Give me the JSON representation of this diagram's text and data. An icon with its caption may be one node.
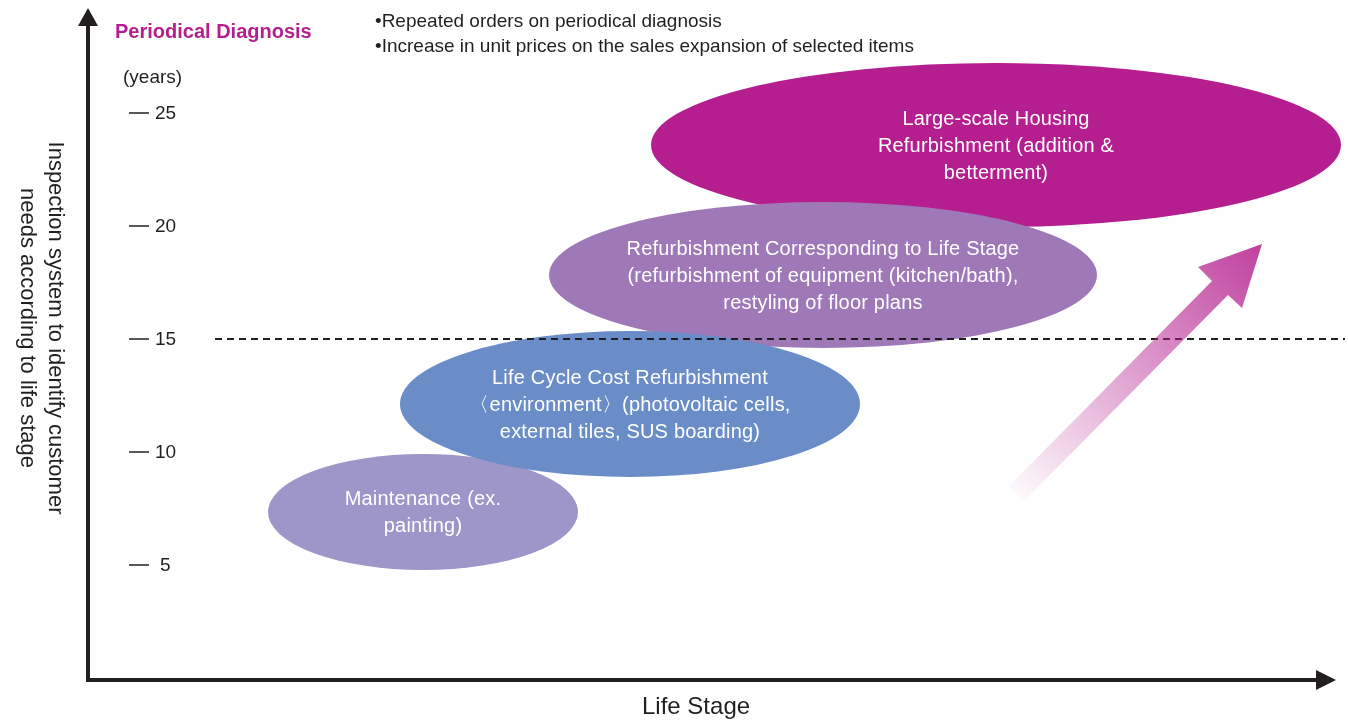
{
  "diagram": {
    "nodes": [
      {
        "text": [
          "Large-scale Housing Refurbishment (addition & betterment)"
        ]
      },
      {
        "text": [
          "Refurbishment Corresponding to Life Stage (refurbishment of equipment (kitchen/bath), restyling of floor plans"
        ]
      },
      {
        "text": [
          "Life Cycle Cost Refurbishment 〈environment〉(photovoltaic cells, external tiles, SUS boarding)"
        ]
      },
      {
        "text": [
          "Maintenance (ex. painting)"
        ]
      }
    ],
    "edges": [],
    "labels": [
      "Periodical Diagnosis",
      "•Repeated orders on periodical diagnosis",
      "•Increase in unit prices on the sales expansion of selected items",
      "(years)",
      "25",
      "20",
      "15",
      "10",
      "5",
      "Inspection system to identify customer needs according to life stage",
      "Life Stage"
    ]
  }
}
